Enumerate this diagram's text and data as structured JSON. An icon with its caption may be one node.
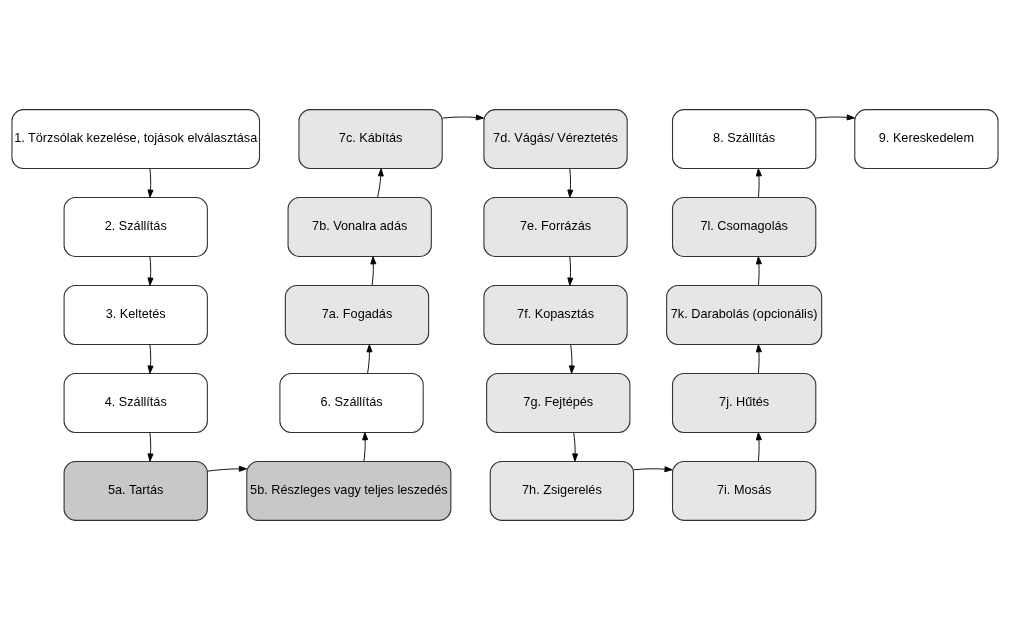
{
  "diagram": {
    "nodes": [
      {
        "text": [
          "1. Törzsólak kezelése, tojások elválasztása"
        ]
      },
      {
        "text": [
          "2. Szállítás"
        ]
      },
      {
        "text": [
          "3. Keltetés"
        ]
      },
      {
        "text": [
          "4. Szállítás"
        ]
      },
      {
        "text": [
          "5a. Tartás"
        ]
      },
      {
        "text": [
          "5b. Részleges vagy teljes leszedés"
        ]
      },
      {
        "text": [
          "6. Szállítás"
        ]
      },
      {
        "text": [
          "7a. Fogadás"
        ]
      },
      {
        "text": [
          "7b. Vonalra adás"
        ]
      },
      {
        "text": [
          "7c. Kábítás"
        ]
      },
      {
        "text": [
          "7d. Vágás/ Véreztetés"
        ]
      },
      {
        "text": [
          "7e. Forrázás"
        ]
      },
      {
        "text": [
          "7f. Kopasztás"
        ]
      },
      {
        "text": [
          "7g. Fejtépés"
        ]
      },
      {
        "text": [
          "7h. Zsigerelés"
        ]
      },
      {
        "text": [
          "7i. Mosás"
        ]
      },
      {
        "text": [
          "7j. Hűtés"
        ]
      },
      {
        "text": [
          "7k. Darabolás (opcionális)"
        ]
      },
      {
        "text": [
          "7l. Csomagolás"
        ]
      },
      {
        "text": [
          "8. Szállítás"
        ]
      },
      {
        "text": [
          "9. Kereskedelem"
        ]
      }
    ],
    "edges": [
      {
        "from": 0,
        "to": 1,
        "arrow": "to"
      },
      {
        "from": 1,
        "to": 2,
        "arrow": "to"
      },
      {
        "from": 2,
        "to": 3,
        "arrow": "to"
      },
      {
        "from": 3,
        "to": 4,
        "arrow": "to"
      },
      {
        "from": 4,
        "to": 5,
        "arrow": "to"
      },
      {
        "from": 5,
        "to": 6,
        "arrow": "to"
      },
      {
        "from": 6,
        "to": 7,
        "arrow": "to"
      },
      {
        "from": 7,
        "to": 8,
        "arrow": "to"
      },
      {
        "from": 8,
        "to": 9,
        "arrow": "to"
      },
      {
        "from": 9,
        "to": 10,
        "arrow": "to"
      },
      {
        "from": 10,
        "to": 11,
        "arrow": "to"
      },
      {
        "from": 11,
        "to": 12,
        "arrow": "to"
      },
      {
        "from": 12,
        "to": 13,
        "arrow": "to"
      },
      {
        "from": 13,
        "to": 14,
        "arrow": "to"
      },
      {
        "from": 14,
        "to": 15,
        "arrow": "to"
      },
      {
        "from": 15,
        "to": 16,
        "arrow": "to"
      },
      {
        "from": 16,
        "to": 17,
        "arrow": "to"
      },
      {
        "from": 17,
        "to": 18,
        "arrow": "to"
      },
      {
        "from": 18,
        "to": 19,
        "arrow": "to"
      },
      {
        "from": 19,
        "to": 20,
        "arrow": "to"
      }
    ]
  }
}
